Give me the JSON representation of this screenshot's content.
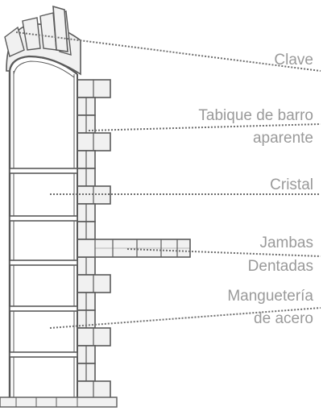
{
  "labels": {
    "clave": "Clave",
    "tabique_line1": "Tabique de barro",
    "tabique_line2": "aparente",
    "cristal": "Cristal",
    "jambas_line1": "Jambas",
    "jambas_line2": "Dentadas",
    "mangueteria_line1": "Manguetería",
    "mangueteria_line2": "de acero"
  },
  "colors": {
    "brick_fill": "#f1f1f1",
    "stroke": "#5a5a5a",
    "leader": "#6e6e6e",
    "label_text": "#9a9a9a"
  }
}
